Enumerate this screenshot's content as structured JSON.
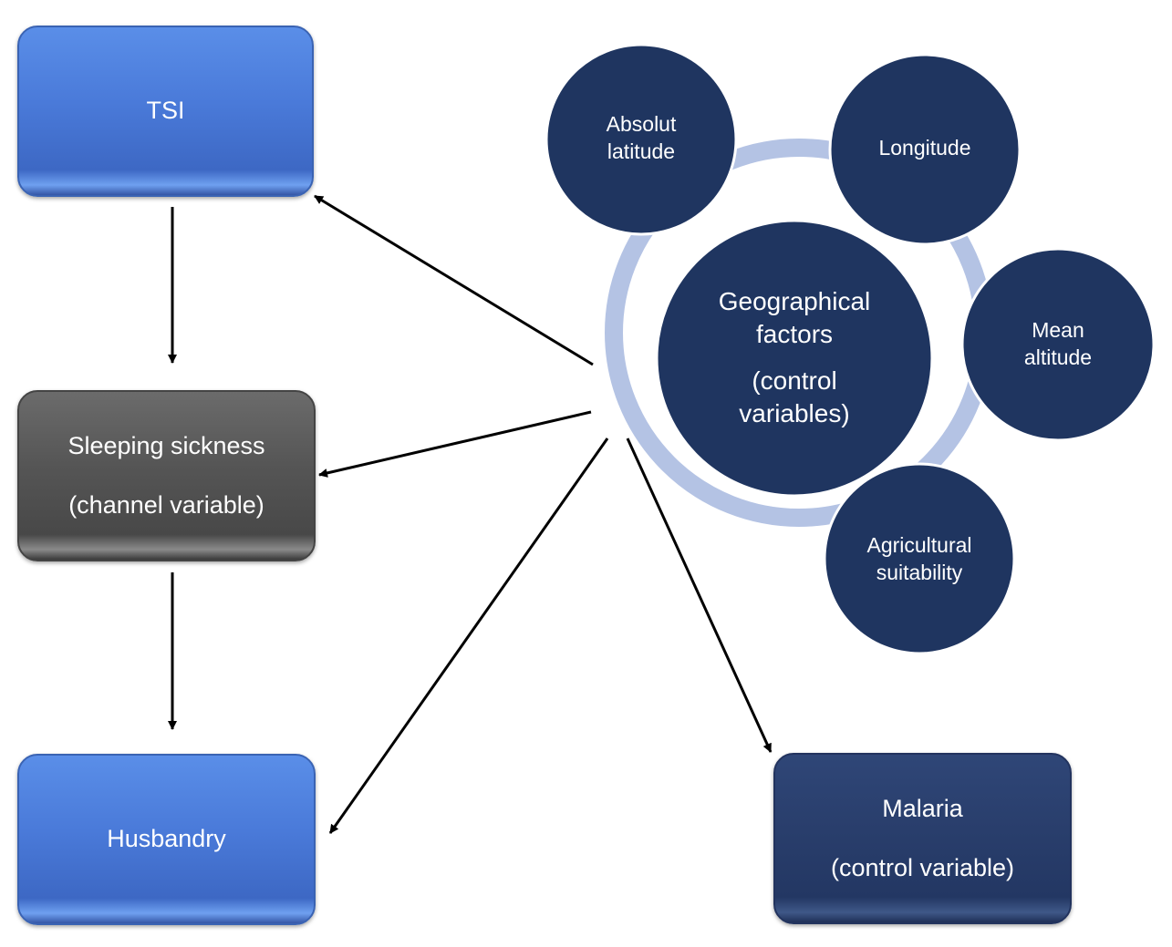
{
  "nodes": {
    "tsi": {
      "label": "TSI"
    },
    "sleeping_sickness": {
      "label": "Sleeping sickness",
      "sublabel": "(channel variable)"
    },
    "husbandry": {
      "label": "Husbandry"
    },
    "malaria": {
      "label": "Malaria",
      "sublabel": "(control variable)"
    }
  },
  "geo": {
    "center_line1": "Geographical",
    "center_line2": "factors",
    "center_line3": "(control",
    "center_line4": "variables)",
    "satellites": [
      {
        "line1": "Absolut",
        "line2": "latitude"
      },
      {
        "line1": "Longitude",
        "line2": ""
      },
      {
        "line1": "Mean",
        "line2": "altitude"
      },
      {
        "line1": "Agricultural",
        "line2": "suitability"
      }
    ]
  },
  "colors": {
    "blue_box": "#4a7ad9",
    "gray_box": "#555555",
    "navy_box": "#293e6c",
    "circle_fill": "#1f3560",
    "ring": "#b4c3e4",
    "arrow": "#000000"
  }
}
